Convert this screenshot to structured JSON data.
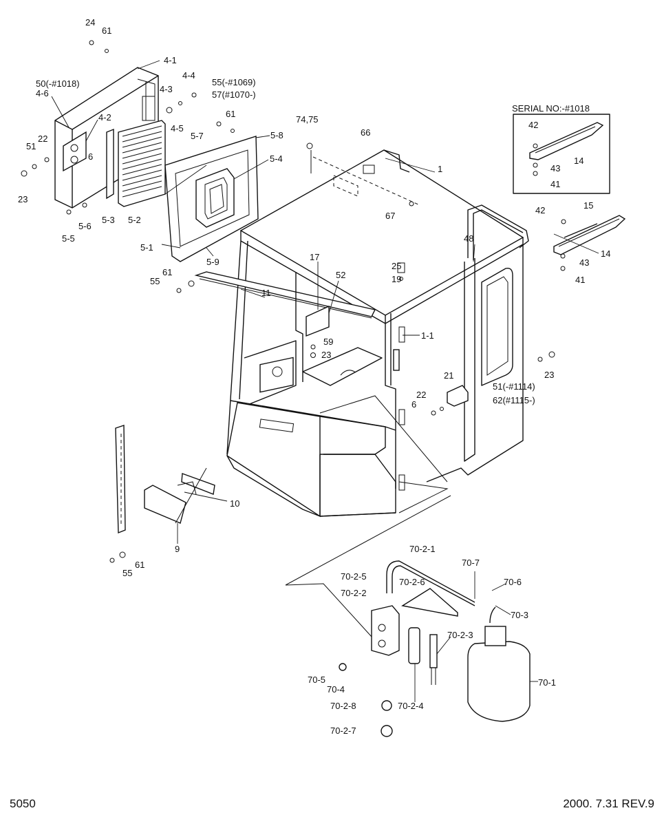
{
  "footer": {
    "page_number": "5050",
    "revision": "2000. 7.31  REV.9"
  },
  "serial_box_title": "SERIAL NO:-#1018",
  "callouts": [
    {
      "label": "24"
    },
    {
      "label": "61"
    },
    {
      "label": "4-1"
    },
    {
      "label": "50(-#1018)"
    },
    {
      "label": "4-6"
    },
    {
      "label": "4-4"
    },
    {
      "label": "4-3"
    },
    {
      "label": "55(-#1069)"
    },
    {
      "label": "57(#1070-)"
    },
    {
      "label": "4-2"
    },
    {
      "label": "61"
    },
    {
      "label": "4-5"
    },
    {
      "label": "22"
    },
    {
      "label": "51"
    },
    {
      "label": "6"
    },
    {
      "label": "5-7"
    },
    {
      "label": "5-8"
    },
    {
      "label": "5-4"
    },
    {
      "label": "23"
    },
    {
      "label": "5-3"
    },
    {
      "label": "5-2"
    },
    {
      "label": "5-6"
    },
    {
      "label": "5-5"
    },
    {
      "label": "5-1"
    },
    {
      "label": "5-9"
    },
    {
      "label": "74,75"
    },
    {
      "label": "66"
    },
    {
      "label": "1"
    },
    {
      "label": "67"
    },
    {
      "label": "42"
    },
    {
      "label": "14"
    },
    {
      "label": "43"
    },
    {
      "label": "41"
    },
    {
      "label": "42"
    },
    {
      "label": "15"
    },
    {
      "label": "14"
    },
    {
      "label": "43"
    },
    {
      "label": "41"
    },
    {
      "label": "48"
    },
    {
      "label": "61"
    },
    {
      "label": "55"
    },
    {
      "label": "17"
    },
    {
      "label": "52"
    },
    {
      "label": "25"
    },
    {
      "label": "19"
    },
    {
      "label": "11"
    },
    {
      "label": "1-1"
    },
    {
      "label": "59"
    },
    {
      "label": "23"
    },
    {
      "label": "23"
    },
    {
      "label": "51(-#1114)"
    },
    {
      "label": "62(#1115-)"
    },
    {
      "label": "21"
    },
    {
      "label": "22"
    },
    {
      "label": "6"
    },
    {
      "label": "10"
    },
    {
      "label": "9"
    },
    {
      "label": "61"
    },
    {
      "label": "55"
    },
    {
      "label": "70-2-1"
    },
    {
      "label": "70-7"
    },
    {
      "label": "70-2-5"
    },
    {
      "label": "70-2-6"
    },
    {
      "label": "70-6"
    },
    {
      "label": "70-2-2"
    },
    {
      "label": "70-3"
    },
    {
      "label": "70-2-3"
    },
    {
      "label": "70-5"
    },
    {
      "label": "70-4"
    },
    {
      "label": "70-1"
    },
    {
      "label": "70-2-8"
    },
    {
      "label": "70-2-4"
    },
    {
      "label": "70-2-7"
    }
  ]
}
